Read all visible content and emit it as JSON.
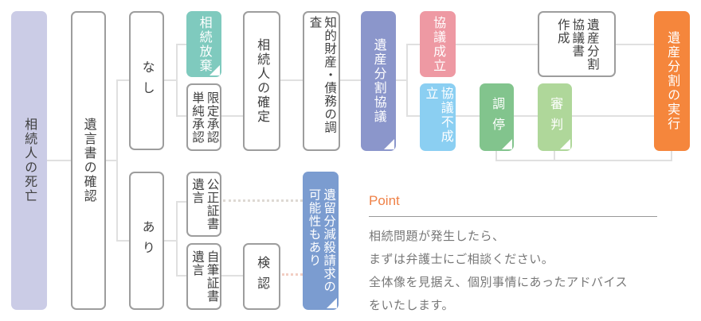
{
  "nodes": {
    "heir_death": {
      "label": "相続人の死亡"
    },
    "will_check": {
      "label": "遺言書の確認"
    },
    "branch_no": {
      "label": "なし"
    },
    "branch_yes": {
      "label": "あり"
    },
    "renunciation": {
      "label": "相続放棄"
    },
    "acceptance": {
      "lines": [
        "限定承認",
        "単純承認"
      ]
    },
    "heir_determination": {
      "label": "相続人の確定"
    },
    "asset_investigation": {
      "label": "知的財産・債務の調査"
    },
    "division_conference": {
      "label": "遺産分割協議"
    },
    "agreement_reached": {
      "label": "協議成立"
    },
    "agreement_failed": {
      "label": "協議不成立"
    },
    "mediation": {
      "label": "調停"
    },
    "adjudication": {
      "label": "審判"
    },
    "agreement_document": {
      "lines": [
        "遺産分割",
        "協議書",
        "作成"
      ]
    },
    "division_execution": {
      "label": "遺産分割の実行"
    },
    "notarized_will": {
      "lines": [
        "公正証書",
        "遺言"
      ]
    },
    "holographic_will": {
      "lines": [
        "自筆証書",
        "遺言"
      ]
    },
    "probate": {
      "label": "検認"
    },
    "legitime_claim": {
      "lines": [
        "遺留分減殺請求の",
        "可能性もあり"
      ]
    }
  },
  "point": {
    "heading": "Point",
    "lines": [
      "相続問題が発生したら、",
      "まずは弁護士にご相談ください。",
      "全体像を見据え、個別事情にあったアドバイス",
      "をいたします。"
    ]
  },
  "colors": {
    "lavender": "#cbcce6",
    "teal": "#7fcabe",
    "purple": "#8b96cb",
    "pink": "#ee99a3",
    "light_blue": "#8bcff2",
    "green": "#82c48d",
    "light_green": "#afd79a",
    "orange": "#f5863c",
    "blue": "#7b9cd0",
    "point_accent": "#ef8147",
    "connector": "#e0e0e0",
    "box_border": "#9d9d9d"
  }
}
